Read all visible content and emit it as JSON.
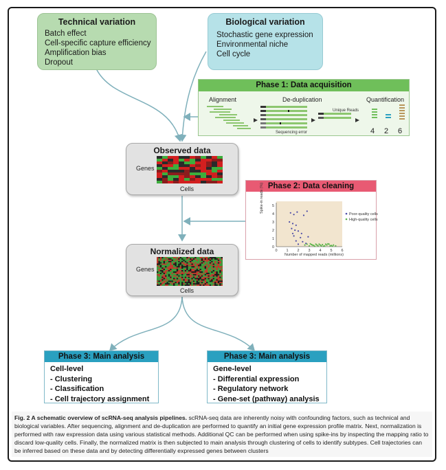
{
  "technical": {
    "title": "Technical variation",
    "items": [
      "Batch effect",
      "Cell-specific capture efficiency",
      "Amplification bias",
      "Dropout"
    ]
  },
  "biological": {
    "title": "Biological variation",
    "items": [
      "Stochastic gene expression",
      "Environmental niche",
      "Cell cycle"
    ]
  },
  "phase1": {
    "title": "Phase 1: Data acquisition",
    "alignment": "Alignment",
    "dedup": "De-duplication",
    "quantification": "Quantification",
    "unique_reads": "Unique Reads",
    "seq_error": "Sequencing error",
    "counts": [
      "4",
      "2",
      "6"
    ]
  },
  "observed": {
    "title": "Observed data",
    "genes": "Genes",
    "cells": "Cells"
  },
  "phase2": {
    "title": "Phase 2: Data cleaning",
    "ylabel": "Spike-in reads (%)",
    "xlabel": "Number of mapped reads (millions)",
    "legend_poor": "Poor-quality cells",
    "legend_high": "High-quality cells",
    "yticks": [
      "0",
      "1",
      "2",
      "3",
      "4",
      "5"
    ],
    "xticks": [
      "0",
      "1",
      "2",
      "3",
      "4",
      "5",
      "6"
    ]
  },
  "normalized": {
    "title": "Normalized data",
    "genes": "Genes",
    "cells": "Cells"
  },
  "phase3_left": {
    "title": "Phase 3: Main analysis",
    "items": [
      "Cell-level",
      "- Clustering",
      "- Classification",
      "- Cell trajectory assignment"
    ]
  },
  "phase3_right": {
    "title": "Phase 3: Main analysis",
    "items": [
      "Gene-level",
      "- Differential expression",
      "- Regulatory network",
      "- Gene-set (pathway) analysis"
    ]
  },
  "caption": {
    "bold": "Fig. 2 A schematic overview of scRNA-seq analysis pipelines.",
    "text": " scRNA-seq data are inherently noisy with confounding factors, such as technical and biological variables. After sequencing, alignment and de-duplication are performed to quantify an initial gene expression profile matrix. Next, normalization is performed with raw expression data using various statistical methods. Additional QC can be performed when using spike-ins by inspecting the mapping ratio to discard low-quality cells. Finally, the normalized matrix is then subjected to main analysis through clustering of cells to identify subtypes. Cell trajectories can be inferred based on these data and by detecting differentially expressed genes between clusters"
  },
  "colors": {
    "green": "#b7dbb0",
    "blue": "#b6e2e8",
    "phase1_header": "#6fbf5a",
    "phase2_header": "#e85a73",
    "phase3_header": "#2aa0c0",
    "arrow": "#7fb0bb",
    "plot_bg": "#f2e5cf",
    "poor": "#4a4aa6",
    "high": "#5ab54a"
  }
}
